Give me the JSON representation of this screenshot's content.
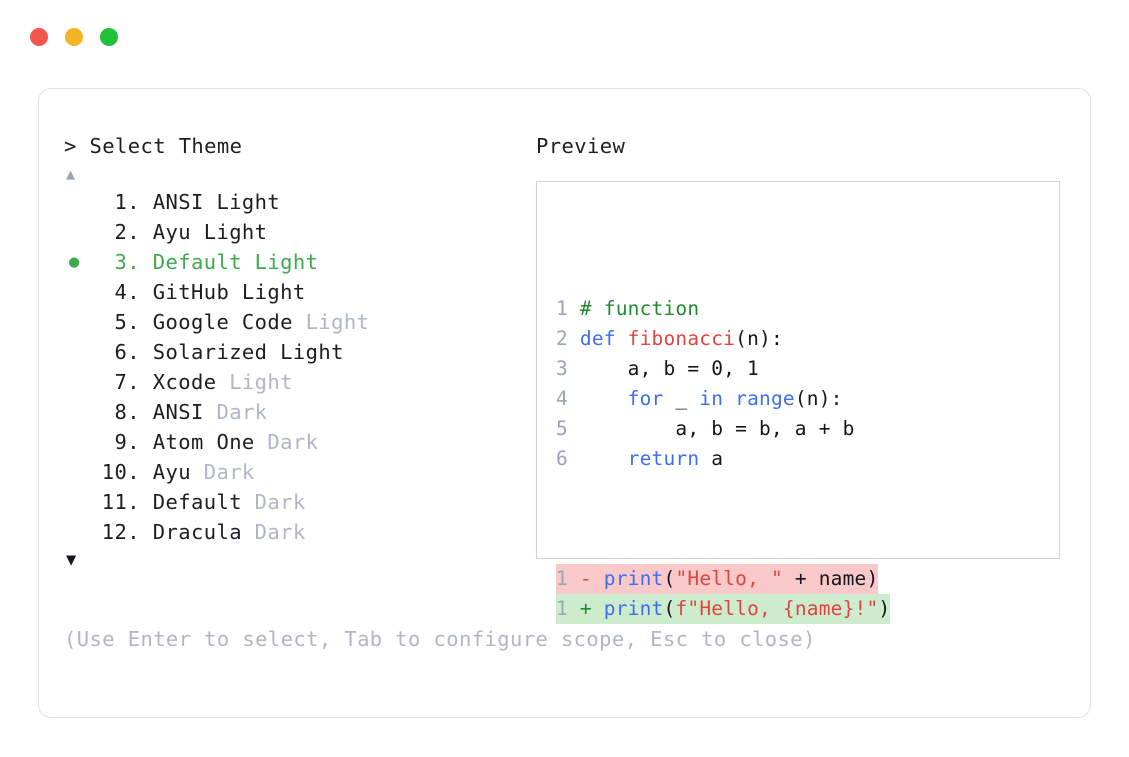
{
  "window": {
    "traffic_lights": [
      {
        "name": "close-button",
        "color": "#F4564E"
      },
      {
        "name": "minimize-button",
        "color": "#F5B424"
      },
      {
        "name": "maximize-button",
        "color": "#23C03A"
      }
    ]
  },
  "prompt": {
    "marker": ">",
    "title": "Select Theme",
    "scroll_up": "▲",
    "scroll_down": "▼",
    "selected_index": 3,
    "selected_bullet": "●"
  },
  "themes": [
    {
      "number": "1.",
      "name": "ANSI Light",
      "suffix": "",
      "selected": false
    },
    {
      "number": "2.",
      "name": "Ayu Light",
      "suffix": "",
      "selected": false
    },
    {
      "number": "3.",
      "name": "Default Light",
      "suffix": "",
      "selected": true
    },
    {
      "number": "4.",
      "name": "GitHub Light",
      "suffix": "",
      "selected": false
    },
    {
      "number": "5.",
      "name": "Google Code",
      "suffix": "Light",
      "selected": false
    },
    {
      "number": "6.",
      "name": "Solarized Light",
      "suffix": "",
      "selected": false
    },
    {
      "number": "7.",
      "name": "Xcode",
      "suffix": "Light",
      "selected": false
    },
    {
      "number": "8.",
      "name": "ANSI",
      "suffix": "Dark",
      "selected": false
    },
    {
      "number": "9.",
      "name": "Atom One",
      "suffix": "Dark",
      "selected": false
    },
    {
      "number": "10.",
      "name": "Ayu",
      "suffix": "Dark",
      "selected": false
    },
    {
      "number": "11.",
      "name": "Default",
      "suffix": "Dark",
      "selected": false
    },
    {
      "number": "12.",
      "name": "Dracula",
      "suffix": "Dark",
      "selected": false
    }
  ],
  "preview": {
    "label": "Preview",
    "code_lines": [
      {
        "no": "1",
        "tokens": [
          {
            "t": "# function",
            "c": "comment"
          }
        ]
      },
      {
        "no": "2",
        "tokens": [
          {
            "t": "def ",
            "c": "kw"
          },
          {
            "t": "fibonacci",
            "c": "fn"
          },
          {
            "t": "(n):",
            "c": "plain"
          }
        ]
      },
      {
        "no": "3",
        "tokens": [
          {
            "t": "    a, b = 0, 1",
            "c": "plain"
          }
        ]
      },
      {
        "no": "4",
        "tokens": [
          {
            "t": "    ",
            "c": "plain"
          },
          {
            "t": "for",
            "c": "kw"
          },
          {
            "t": " _ ",
            "c": "plain"
          },
          {
            "t": "in range",
            "c": "kw"
          },
          {
            "t": "(n):",
            "c": "plain"
          }
        ]
      },
      {
        "no": "5",
        "tokens": [
          {
            "t": "        a, b = b, a + b",
            "c": "plain"
          }
        ]
      },
      {
        "no": "6",
        "tokens": [
          {
            "t": "    ",
            "c": "plain"
          },
          {
            "t": "return",
            "c": "kw"
          },
          {
            "t": " a",
            "c": "plain"
          }
        ]
      }
    ],
    "diff_lines": [
      {
        "no": "1",
        "marker": "-",
        "marker_class": "marker-del",
        "hl": "del",
        "tokens": [
          {
            "t": "print",
            "c": "kw"
          },
          {
            "t": "(",
            "c": "plain"
          },
          {
            "t": "\"Hello, \"",
            "c": "str"
          },
          {
            "t": " + name)",
            "c": "plain"
          }
        ]
      },
      {
        "no": "1",
        "marker": "+",
        "marker_class": "marker-add",
        "hl": "add",
        "tokens": [
          {
            "t": "print",
            "c": "kw"
          },
          {
            "t": "(",
            "c": "plain"
          },
          {
            "t": "f\"Hello, {name}!\"",
            "c": "str"
          },
          {
            "t": ")",
            "c": "plain"
          }
        ]
      }
    ]
  },
  "footer": {
    "help": "(Use Enter to select, Tab to configure scope, Esc to close)"
  },
  "colors": {
    "selected_green": "#3cab4d",
    "muted": "#aeb6c8",
    "text": "#1c1e26",
    "diff_add_bg": "#cdeccd",
    "diff_del_bg": "#f9c9c9"
  }
}
